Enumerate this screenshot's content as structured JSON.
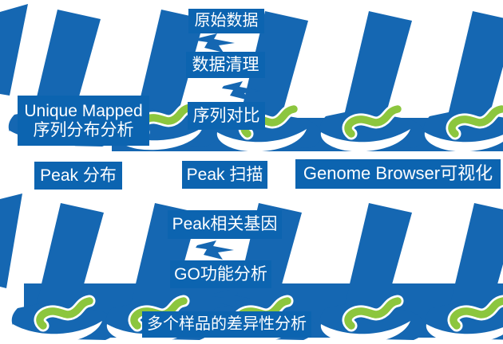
{
  "diagram": {
    "type": "flowchart",
    "main_steps": [
      {
        "id": "raw-data",
        "label": "原始数据"
      },
      {
        "id": "data-cleaning",
        "label": "数据清理"
      },
      {
        "id": "sequence-alignment",
        "label": "序列对比"
      },
      {
        "id": "peak-scan",
        "label": "Peak 扫描"
      },
      {
        "id": "peak-related-genes",
        "label": "Peak相关基因"
      },
      {
        "id": "go-function-analysis",
        "label": "GO功能分析"
      },
      {
        "id": "multi-sample-differential-analysis",
        "label": "多个样品的差异性分析"
      }
    ],
    "branch_steps": [
      {
        "id": "unique-mapped-distribution",
        "label_line1": "Unique Mapped",
        "label_line2": "序列分布分析"
      },
      {
        "id": "peak-distribution",
        "label": "Peak 分布"
      },
      {
        "id": "genome-browser-visualization",
        "label": "Genome Browser可视化"
      }
    ]
  },
  "colors": {
    "step_box_blue": "#0c64b0",
    "watermark_blue": "#1567b2",
    "logo_green": "#8cc63e",
    "text": "#ffffff",
    "background": "#ffffff"
  },
  "icons": {
    "watermark_logo": "green-s-swoosh-icon",
    "connector": "hand-drawn-down-arrow-icon"
  }
}
